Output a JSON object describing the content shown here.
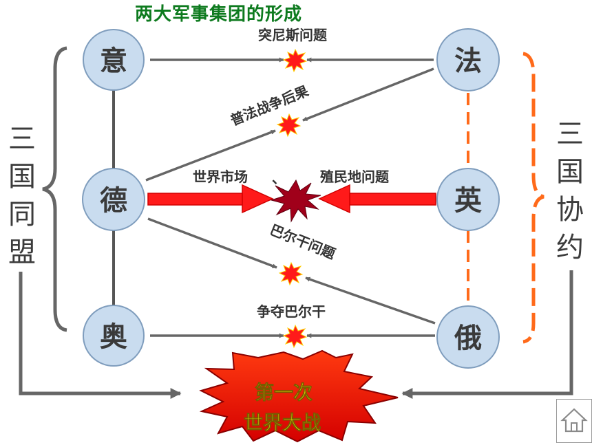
{
  "title": "两大军事集团的形成",
  "nodes": {
    "yi": "意",
    "de": "德",
    "ao": "奥",
    "fa": "法",
    "ying": "英",
    "e": "俄"
  },
  "alliances": {
    "triple_alliance": [
      "三",
      "国",
      "同",
      "盟"
    ],
    "triple_entente": [
      "三",
      "国",
      "协",
      "约"
    ]
  },
  "conflicts": {
    "tunisia": "突尼斯问题",
    "franco_prussian": "普法战争后果",
    "world_market": "世界市场",
    "separator": "、",
    "colonies": "殖民地问题",
    "balkan": "巴尔干问题",
    "scramble_balkans": "争夺巴尔干"
  },
  "outcome": {
    "line1": "第一次",
    "line2": "世界大战"
  },
  "colors": {
    "node_fill": "#c9dcef",
    "node_stroke": "#7f9dbd",
    "arrow": "#666666",
    "main_arrow": "#ff1a1a",
    "burst": "#ff1a1a",
    "entente_dash": "#ff6a1a",
    "title": "#0d7a1e",
    "outcome_text": "#f2ff00"
  },
  "icons": {
    "home": "home-icon"
  }
}
